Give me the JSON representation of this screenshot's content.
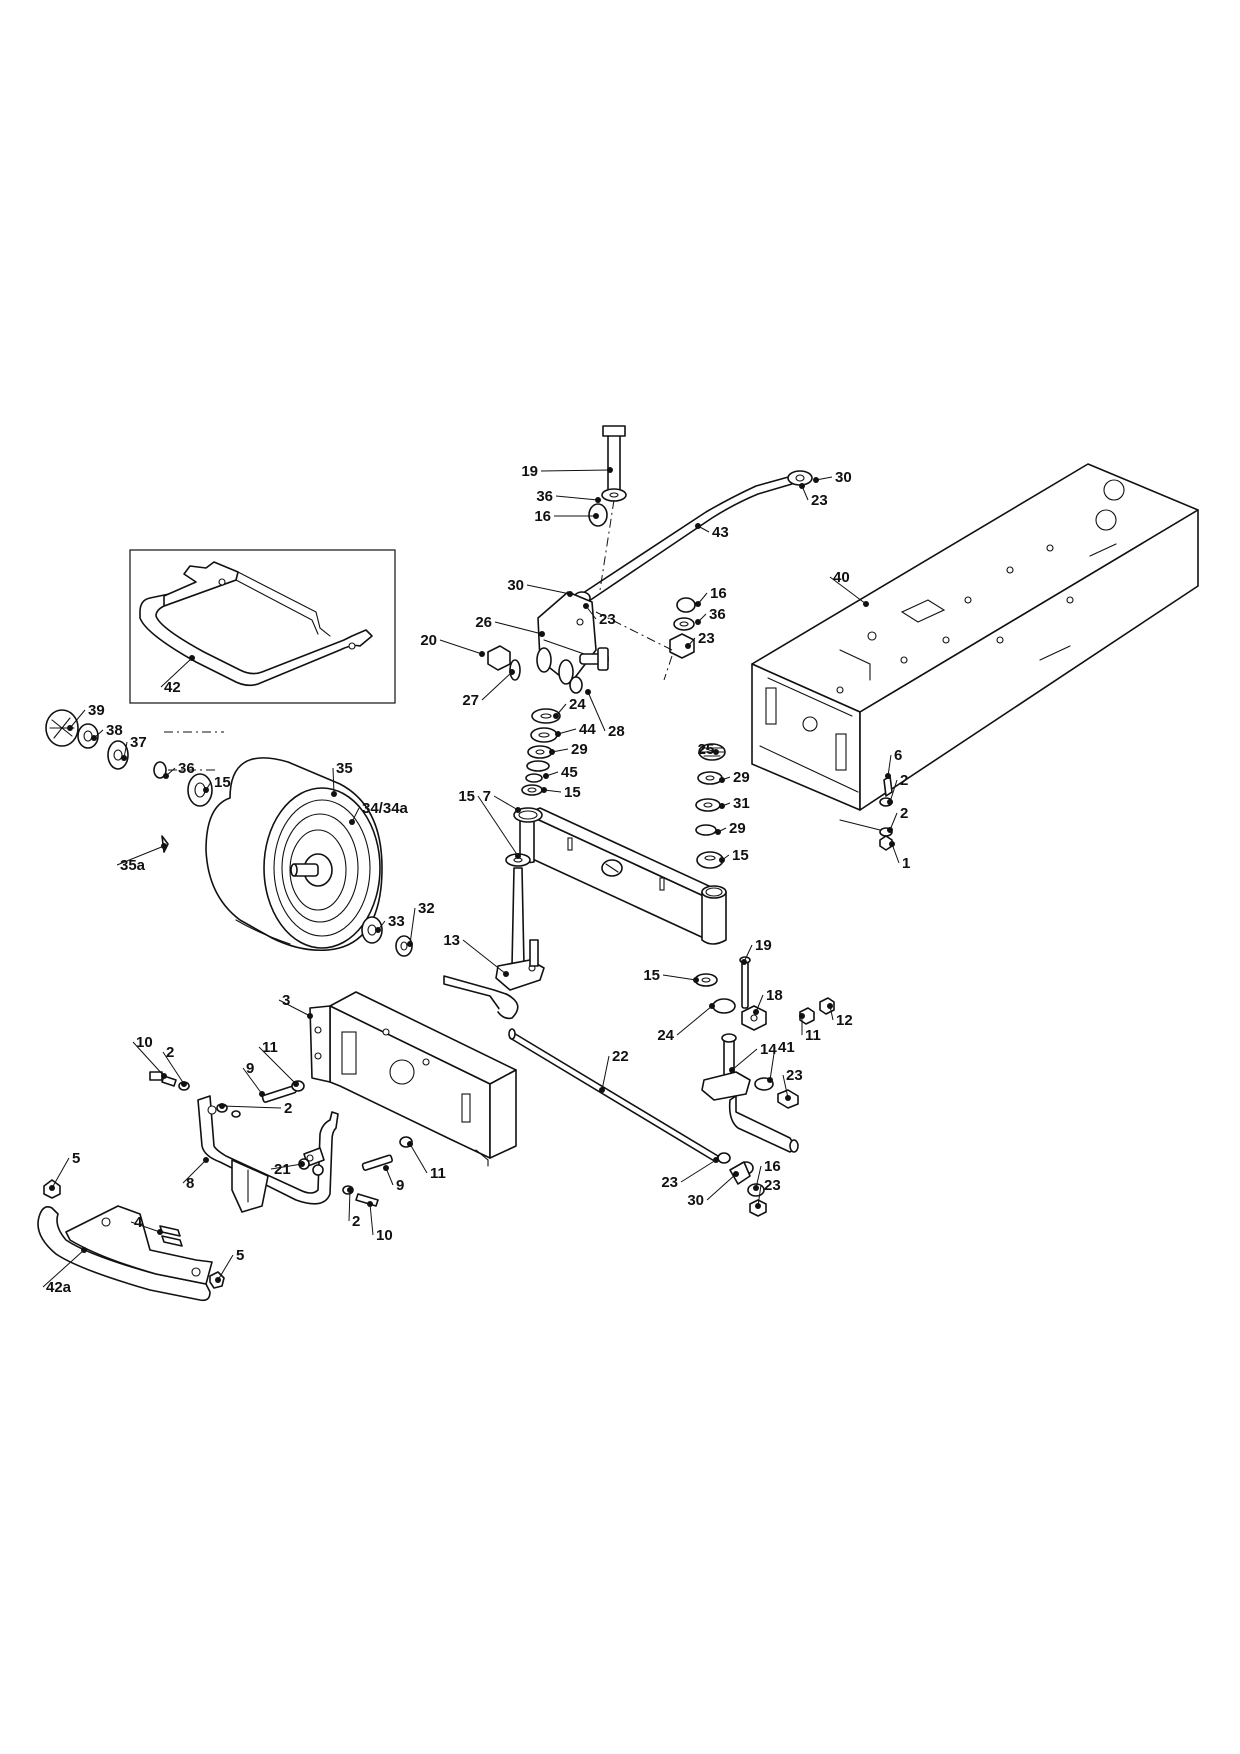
{
  "diagram": {
    "callouts": [
      {
        "id": "c-19-top",
        "text": "19"
      },
      {
        "id": "c-36-top",
        "text": "36"
      },
      {
        "id": "c-16-top",
        "text": "16"
      },
      {
        "id": "c-30-top",
        "text": "30"
      },
      {
        "id": "c-23-top",
        "text": "23"
      },
      {
        "id": "c-43",
        "text": "43"
      },
      {
        "id": "c-30-mid",
        "text": "30"
      },
      {
        "id": "c-23-mid",
        "text": "23"
      },
      {
        "id": "c-16-r",
        "text": "16"
      },
      {
        "id": "c-36-r",
        "text": "36"
      },
      {
        "id": "c-23-r",
        "text": "23"
      },
      {
        "id": "c-40",
        "text": "40"
      },
      {
        "id": "c-26",
        "text": "26"
      },
      {
        "id": "c-20",
        "text": "20"
      },
      {
        "id": "c-27",
        "text": "27"
      },
      {
        "id": "c-24-top",
        "text": "24"
      },
      {
        "id": "c-28",
        "text": "28"
      },
      {
        "id": "c-44",
        "text": "44"
      },
      {
        "id": "c-29-top",
        "text": "29"
      },
      {
        "id": "c-45",
        "text": "45"
      },
      {
        "id": "c-15-stack",
        "text": "15"
      },
      {
        "id": "c-7",
        "text": "7"
      },
      {
        "id": "c-25",
        "text": "25"
      },
      {
        "id": "c-29-r1",
        "text": "29"
      },
      {
        "id": "c-31",
        "text": "31"
      },
      {
        "id": "c-29-r2",
        "text": "29"
      },
      {
        "id": "c-15-r",
        "text": "15"
      },
      {
        "id": "c-6",
        "text": "6"
      },
      {
        "id": "c-2-fr1",
        "text": "2"
      },
      {
        "id": "c-2-fr2",
        "text": "2"
      },
      {
        "id": "c-1",
        "text": "1"
      },
      {
        "id": "c-42",
        "text": "42"
      },
      {
        "id": "c-39",
        "text": "39"
      },
      {
        "id": "c-38",
        "text": "38"
      },
      {
        "id": "c-37",
        "text": "37"
      },
      {
        "id": "c-36-w",
        "text": "36"
      },
      {
        "id": "c-15-w",
        "text": "15"
      },
      {
        "id": "c-35",
        "text": "35"
      },
      {
        "id": "c-34",
        "text": "34/34a"
      },
      {
        "id": "c-35a",
        "text": "35a"
      },
      {
        "id": "c-33",
        "text": "33"
      },
      {
        "id": "c-32",
        "text": "32"
      },
      {
        "id": "c-15-sp",
        "text": "15"
      },
      {
        "id": "c-13",
        "text": "13"
      },
      {
        "id": "c-19-r",
        "text": "19"
      },
      {
        "id": "c-15-low",
        "text": "15"
      },
      {
        "id": "c-18",
        "text": "18"
      },
      {
        "id": "c-24-low",
        "text": "24"
      },
      {
        "id": "c-11-r",
        "text": "11"
      },
      {
        "id": "c-12",
        "text": "12"
      },
      {
        "id": "c-14",
        "text": "14"
      },
      {
        "id": "c-41",
        "text": "41"
      },
      {
        "id": "c-23-low",
        "text": "23"
      },
      {
        "id": "c-22",
        "text": "22"
      },
      {
        "id": "c-3",
        "text": "3"
      },
      {
        "id": "c-10-top",
        "text": "10"
      },
      {
        "id": "c-2-l1",
        "text": "2"
      },
      {
        "id": "c-11-l",
        "text": "11"
      },
      {
        "id": "c-9-l",
        "text": "9"
      },
      {
        "id": "c-2-l2",
        "text": "2"
      },
      {
        "id": "c-21",
        "text": "21"
      },
      {
        "id": "c-8",
        "text": "8"
      },
      {
        "id": "c-5-top",
        "text": "5"
      },
      {
        "id": "c-4",
        "text": "4"
      },
      {
        "id": "c-5-low",
        "text": "5"
      },
      {
        "id": "c-42a",
        "text": "42a"
      },
      {
        "id": "c-9-r",
        "text": "9"
      },
      {
        "id": "c-11-b",
        "text": "11"
      },
      {
        "id": "c-2-b",
        "text": "2"
      },
      {
        "id": "c-10-b",
        "text": "10"
      },
      {
        "id": "c-23-tie",
        "text": "23"
      },
      {
        "id": "c-30-low",
        "text": "30"
      },
      {
        "id": "c-16-low",
        "text": "16"
      },
      {
        "id": "c-23-end",
        "text": "23"
      }
    ]
  }
}
